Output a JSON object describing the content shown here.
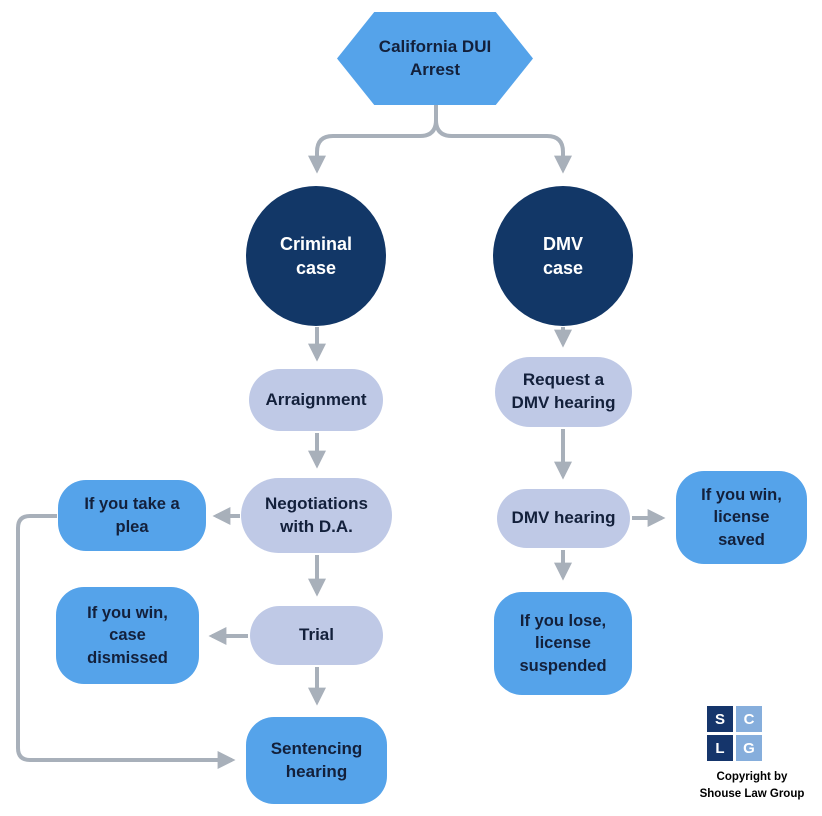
{
  "nodes": {
    "start": {
      "label": "California DUI Arrest"
    },
    "criminal": {
      "label": "Criminal case"
    },
    "dmv": {
      "label": "DMV case"
    },
    "arraignment": {
      "label": "Arraignment"
    },
    "negotiations": {
      "label": "Negotiations with D.A."
    },
    "plea": {
      "label": "If you take a plea"
    },
    "trial": {
      "label": "Trial"
    },
    "case_dismissed": {
      "label": "If you win, case dismissed"
    },
    "sentencing": {
      "label": "Sentencing hearing"
    },
    "request_hearing": {
      "label": "Request a DMV hearing"
    },
    "dmv_hearing": {
      "label": "DMV hearing"
    },
    "license_saved": {
      "label": "If you win, license saved"
    },
    "license_suspended": {
      "label": "If you lose, license suspended"
    }
  },
  "edges": [
    {
      "from": "start",
      "to": "criminal"
    },
    {
      "from": "start",
      "to": "dmv"
    },
    {
      "from": "criminal",
      "to": "arraignment"
    },
    {
      "from": "arraignment",
      "to": "negotiations"
    },
    {
      "from": "negotiations",
      "to": "plea"
    },
    {
      "from": "negotiations",
      "to": "trial"
    },
    {
      "from": "trial",
      "to": "case_dismissed"
    },
    {
      "from": "trial",
      "to": "sentencing"
    },
    {
      "from": "plea",
      "to": "sentencing"
    },
    {
      "from": "dmv",
      "to": "request_hearing"
    },
    {
      "from": "request_hearing",
      "to": "dmv_hearing"
    },
    {
      "from": "dmv_hearing",
      "to": "license_saved"
    },
    {
      "from": "dmv_hearing",
      "to": "license_suspended"
    }
  ],
  "logo": {
    "letters": [
      {
        "char": "S"
      },
      {
        "char": "C"
      },
      {
        "char": "L"
      },
      {
        "char": "G"
      }
    ]
  },
  "copyright": {
    "line1": "Copyright by",
    "line2": "Shouse Law Group"
  },
  "colors": {
    "hexagon": "#55A3EA",
    "outcome_box": "#55A3EA",
    "circle": "#123767",
    "pill": "#BFC9E6",
    "arrow": "#A8B0BA",
    "text_dark": "#13203B",
    "text_light": "#FFFFFF",
    "logo_dark": "#15356B",
    "logo_light": "#86AEDC",
    "background": "#FFFFFF"
  }
}
